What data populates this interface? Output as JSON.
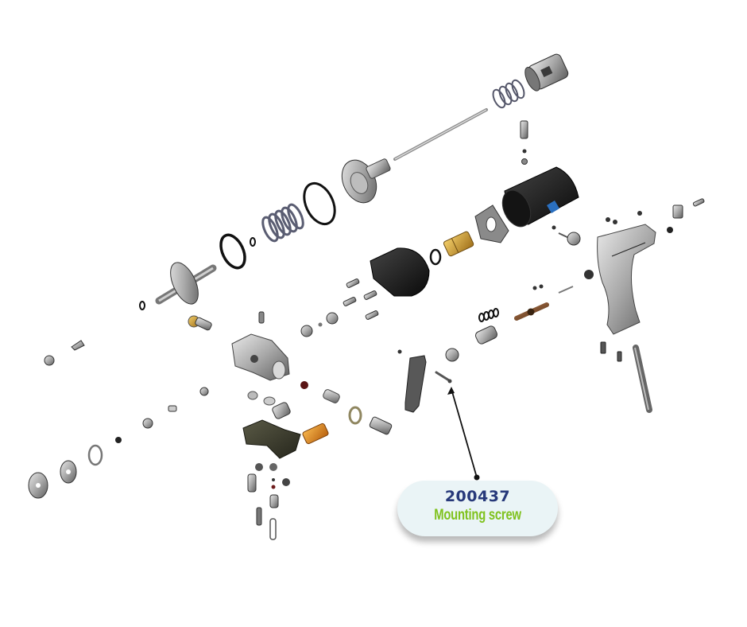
{
  "diagram": {
    "title": "Exploded parts view",
    "callout": {
      "part_number": "200437",
      "description": "Mounting screw"
    },
    "colors": {
      "part_number": "#27397a",
      "description": "#7fc21d",
      "callout_background": "#eaf4f6",
      "leader_line": "#111111"
    }
  }
}
